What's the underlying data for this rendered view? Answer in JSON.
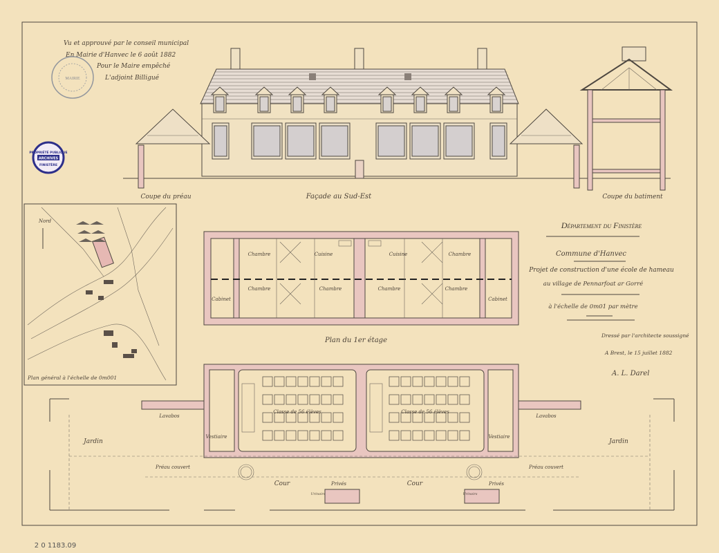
{
  "approval": {
    "line1": "Vu et approuvé par le conseil municipal",
    "line2": "En Mairie d'Hanvec le 6 août 1882",
    "line3": "Pour le Maire empêché",
    "line4": "L'adjoint Billigué"
  },
  "stamps": {
    "mairie": "MAIRIE",
    "archives_top": "PROPRIÉTÉ PUBLIQUE",
    "archives_mid": "ARCHIVES",
    "archives_bottom": "FINISTÈRE"
  },
  "elevation": {
    "label_left": "Coupe du préau",
    "label_center": "Façade au Sud-Est",
    "label_right": "Coupe du batiment"
  },
  "map": {
    "north": "Nord",
    "caption": "Plan général à l'échelle de 0m001"
  },
  "title_block": {
    "department": "Département du Finistère",
    "commune": "Commune d'Hanvec",
    "project": "Projet de construction d'une école de hameau",
    "village": "au village de Pennarfoat ar Gorré",
    "scale": "à l'échelle de 0m01 par mètre",
    "drawn_by": "Dressé par l'architecte soussigné",
    "place_date": "A Brest, le 15 juillet 1882",
    "signature": "A. L. Darel"
  },
  "first_floor": {
    "caption": "Plan du 1er étage",
    "rooms": [
      "Chambre",
      "Cuisine",
      "Cuisine",
      "Chambre",
      "Cabinet",
      "Chambre",
      "Chambre",
      "Chambre",
      "Chambre",
      "Cabinet"
    ]
  },
  "ground_floor": {
    "class_left": "Classe de 56 élèves",
    "class_right": "Classe de 56 élèves",
    "vestiaire_left": "Vestiaire",
    "vestiaire_right": "Vestiaire",
    "lavabos_left": "Lavabos",
    "lavabos_right": "Lavabos",
    "jardin_left": "Jardin",
    "jardin_right": "Jardin",
    "preau_left": "Préau couvert",
    "preau_right": "Préau couvert",
    "cour_left": "Cour",
    "cour_right": "Cour",
    "prives_left": "Privés",
    "prives_right": "Privés",
    "urinoirs_left": "Urinoirs",
    "urinoirs_right": "Urinoirs"
  },
  "archive_ref": "2 0 1183.09"
}
